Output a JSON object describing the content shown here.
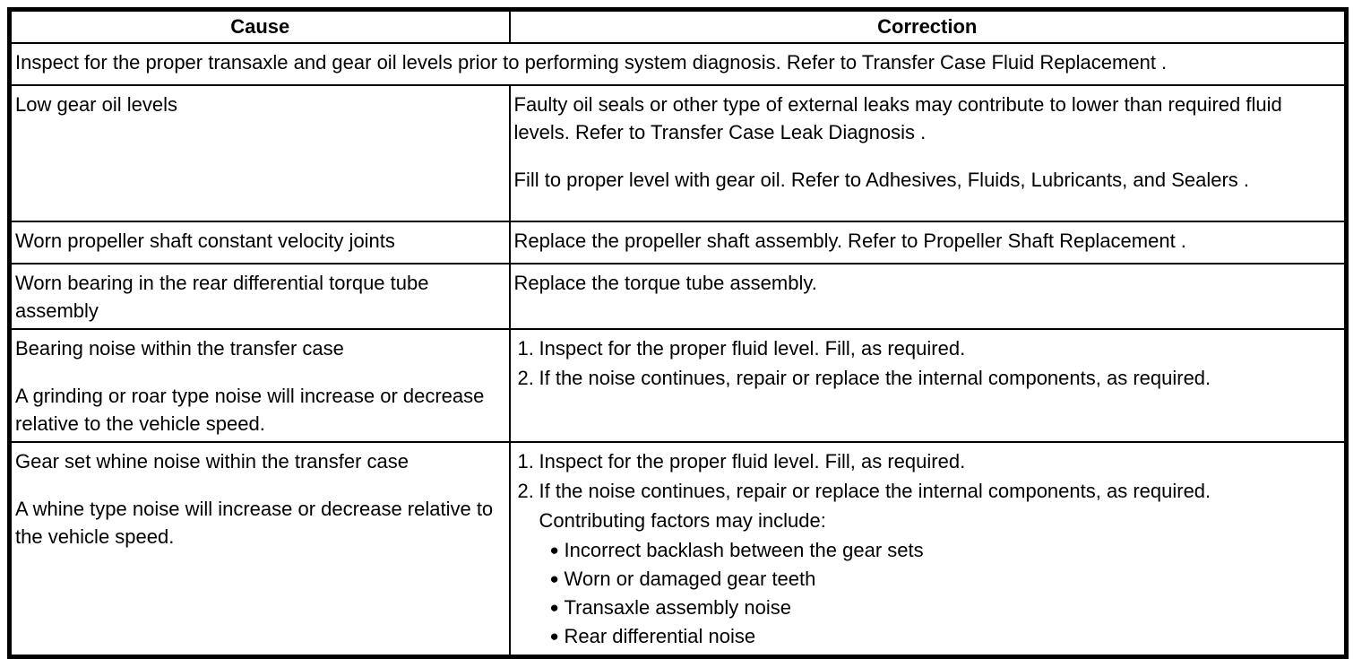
{
  "page": {
    "background": "#ffffff",
    "border_color": "#000000",
    "text_color": "#000000"
  },
  "glyphs": {
    "bullet": "●"
  },
  "table": {
    "headers": {
      "cause": "Cause",
      "correction": "Correction"
    },
    "note": "Inspect for the proper transaxle and gear oil levels prior to performing system diagnosis. Refer to Transfer Case Fluid Replacement .",
    "rows": [
      {
        "cause": [
          "Low gear oil levels"
        ],
        "correction_paragraphs": [
          "Faulty oil seals or other type of external leaks may contribute to lower than required fluid levels. Refer to Transfer Case Leak Diagnosis .",
          "Fill to proper level with gear oil. Refer to Adhesives, Fluids, Lubricants, and Sealers ."
        ]
      },
      {
        "cause": [
          "Worn propeller shaft constant velocity joints"
        ],
        "correction_paragraphs": [
          "Replace the propeller shaft assembly. Refer to Propeller Shaft Replacement ."
        ]
      },
      {
        "cause": [
          "Worn bearing in the rear differential torque tube assembly"
        ],
        "correction_paragraphs": [
          "Replace the torque tube assembly."
        ]
      },
      {
        "cause": [
          "Bearing noise within the transfer case",
          "A grinding or roar type noise will increase or decrease relative to the vehicle speed."
        ],
        "steps": [
          {
            "marker": "1.",
            "text": "Inspect for the proper fluid level. Fill, as required."
          },
          {
            "marker": "2.",
            "text": "If the noise continues, repair or replace the internal components, as required."
          }
        ]
      },
      {
        "cause": [
          "Gear set whine noise within the transfer case",
          "A whine type noise will increase or decrease relative to the vehicle speed."
        ],
        "steps": [
          {
            "marker": "1.",
            "text": "Inspect for the proper fluid level. Fill, as required."
          },
          {
            "marker": "2.",
            "text": "If the noise continues, repair or replace the internal components, as required."
          }
        ],
        "step2_continuation": "Contributing factors may include:",
        "bullets": [
          "Incorrect backlash between the gear sets",
          "Worn or damaged gear teeth",
          "Transaxle assembly noise",
          "Rear differential noise"
        ]
      }
    ]
  }
}
